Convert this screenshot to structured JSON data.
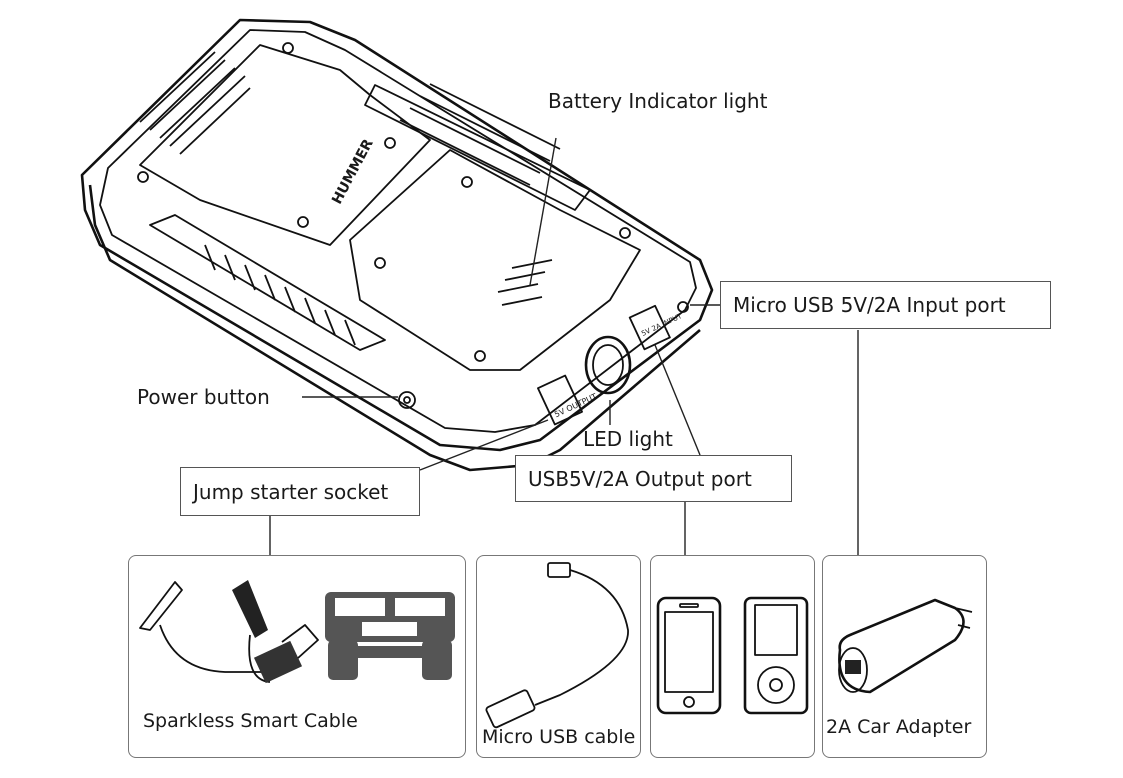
{
  "labels": {
    "battery_indicator": "Battery Indicator light",
    "micro_usb_input": "Micro USB 5V/2A Input port",
    "power_button": "Power button",
    "led_light": "LED light",
    "usb_output": "USB5V/2A Output port",
    "jump_starter_socket": "Jump starter socket",
    "device_brand": "HUMMER",
    "output_marking": "5V OUTPUT",
    "input_marking": "5V 2A INPUT"
  },
  "accessories": {
    "sparkless_cable": "Sparkless Smart Cable",
    "micro_usb_cable": "Micro USB cable",
    "car_adapter": "2A Car Adapter"
  }
}
